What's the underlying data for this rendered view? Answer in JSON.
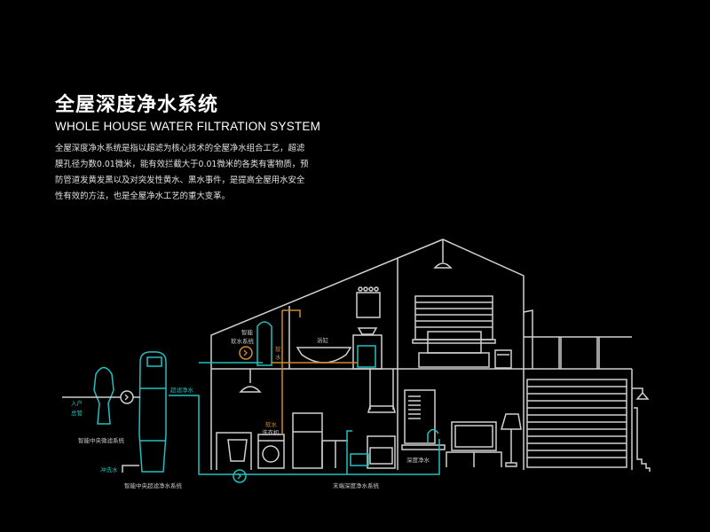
{
  "header": {
    "title": "全屋深度净水系统",
    "subtitle": "WHOLE HOUSE WATER FILTRATION SYSTEM",
    "description": "全屋深度净水系统是指以超滤为核心技术的全屋净水组合工艺，超滤膜孔径为数0.01微米，能有效拦截大于0.01微米的各类有害物质，预防管道发黄发黑以及对突发性黄水、黑水事件，是提高全屋用水安全性有效的方法，也是全屋净水工艺的重大变革。"
  },
  "labels": {
    "inlet_1": "入户",
    "inlet_2": "总管",
    "micro_filter": "智能中央微滤系统",
    "flush_water": "冲洗水",
    "ultra_system": "智能中央超滤净水系统",
    "ultra_water": "超滤净水",
    "softener_1": "智能",
    "softener_2": "软水系统",
    "soft_water_1": "软",
    "soft_water_2": "水",
    "bathtub": "浴缸",
    "washer_soft": "软水",
    "washer": "洗衣机",
    "terminal_system": "末端深度净水系统",
    "deep_water": "深度净水"
  },
  "colors": {
    "teal": "#22c0c0",
    "orange": "#d08a2a",
    "line": "#d0d0d0",
    "background": "#000000"
  }
}
